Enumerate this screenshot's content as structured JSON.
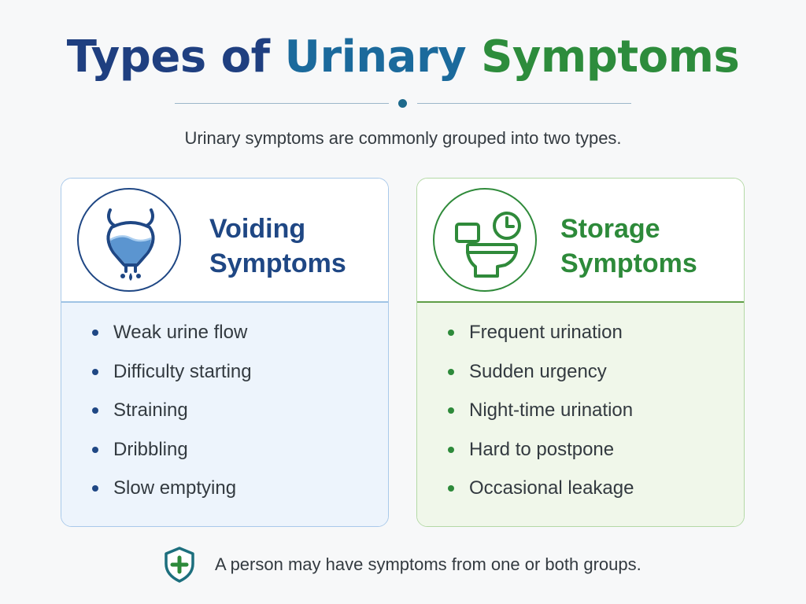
{
  "header": {
    "title_part1": "Types of",
    "title_part2": "Urinary",
    "title_part3": "Symptoms",
    "subtitle": "Urinary symptoms are commonly grouped into two types."
  },
  "colors": {
    "navy": "#1f4784",
    "teal": "#1b6a9c",
    "green": "#2d8a3a",
    "voiding_bg": "#edf4fc",
    "storage_bg": "#f0f7ea",
    "text": "#333a40"
  },
  "cards": {
    "voiding": {
      "icon": "bladder-icon",
      "heading_line1": "Voiding",
      "heading_line2": "Symptoms",
      "items": [
        "Weak urine flow",
        "Difficulty starting",
        "Straining",
        "Dribbling",
        "Slow emptying"
      ]
    },
    "storage": {
      "icon": "toilet-clock-icon",
      "heading_line1": "Storage",
      "heading_line2": "Symptoms",
      "items": [
        "Frequent urination",
        "Sudden urgency",
        "Night-time urination",
        "Hard to postpone",
        "Occasional leakage"
      ]
    }
  },
  "footer": {
    "icon": "shield-plus-icon",
    "note": "A person may have symptoms from one or both groups."
  }
}
